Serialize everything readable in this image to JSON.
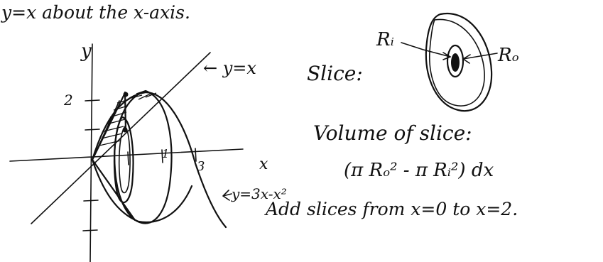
{
  "header_text": "y=x about the x-axis.",
  "graph": {
    "y_axis_label": "y",
    "x_axis_label": "x",
    "tick_2": "2",
    "tick_1": "1",
    "tick_3": "3",
    "line_label": "← y=x",
    "curve_label": "y=3x-x²"
  },
  "slice_diagram": {
    "title": "Slice:",
    "inner_label": "Rᵢ",
    "outer_label": "Rₒ"
  },
  "volume": {
    "heading": "Volume of slice:",
    "formula": "(π Rₒ² - π Rᵢ²) dx",
    "note": "Add slices from x=0 to x=2."
  }
}
